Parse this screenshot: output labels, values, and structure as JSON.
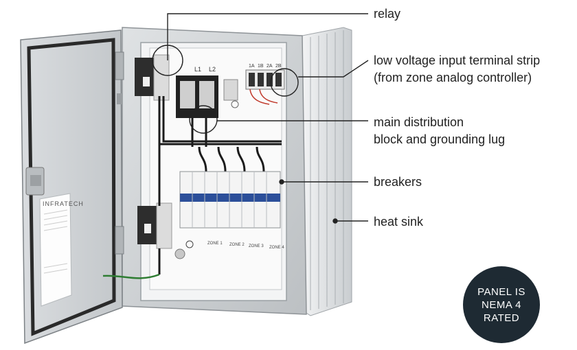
{
  "callouts": {
    "relay": "relay",
    "low_voltage": {
      "line1": "low voltage input terminal strip",
      "line2": "(from zone analog controller)"
    },
    "main_distribution": {
      "line1": "main distribution",
      "line2": "block and grounding lug"
    },
    "breakers": "breakers",
    "heat_sink": "heat sink"
  },
  "badge": {
    "line1": "PANEL IS",
    "line2": "NEMA 4",
    "line3": "RATED"
  },
  "panel_markings": {
    "brand": "INFRATECH",
    "terminal_labels": [
      "1A",
      "1B",
      "2A",
      "2B"
    ],
    "bus_labels": [
      "L1",
      "L2"
    ],
    "zone_labels": [
      "ZONE 1",
      "ZONE 2",
      "ZONE 3",
      "ZONE 4"
    ]
  },
  "colors": {
    "panel_gray": "#cfd3d6",
    "badge_bg": "#1e2a33",
    "breaker_blue": "#2c4f9a",
    "leader_line": "#222222"
  }
}
